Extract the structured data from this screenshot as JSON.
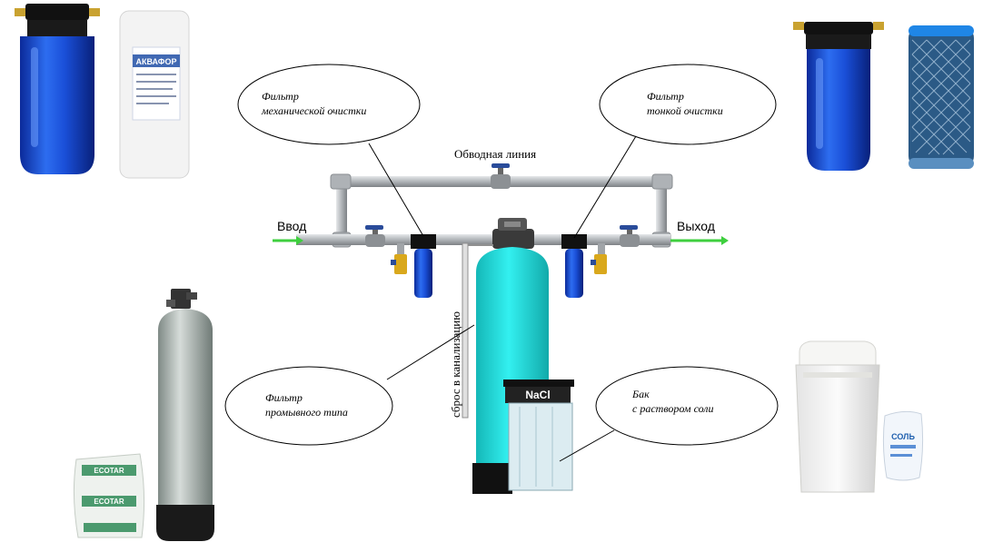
{
  "diagram": {
    "bypass_label": "Обводная линия",
    "inlet_label": "Ввод",
    "outlet_label": "Выход",
    "drain_label": "сброс в канализацию",
    "salt_label": "NaCl",
    "callouts": {
      "mech": {
        "line1": "Фильтр",
        "line2": "механической очистки"
      },
      "fine": {
        "line1": "Фильтр",
        "line2": "тонкой очистки"
      },
      "backwash": {
        "line1": "Фильтр",
        "line2": "промывного типа"
      },
      "brine": {
        "line1": "Бак",
        "line2": "с раствором соли"
      }
    },
    "photos": {
      "cartridge_brand": "АКВАФОР",
      "salt_bag_text": "СОЛЬ",
      "media_bag_brand": "ECOTAR"
    }
  },
  "colors": {
    "pipe": "#b8bcc0",
    "filter_housing": "#1f4fbf",
    "tank": "#22dede",
    "brine_tank": "#d5eaf0",
    "arrow": "#3ecf3e"
  }
}
